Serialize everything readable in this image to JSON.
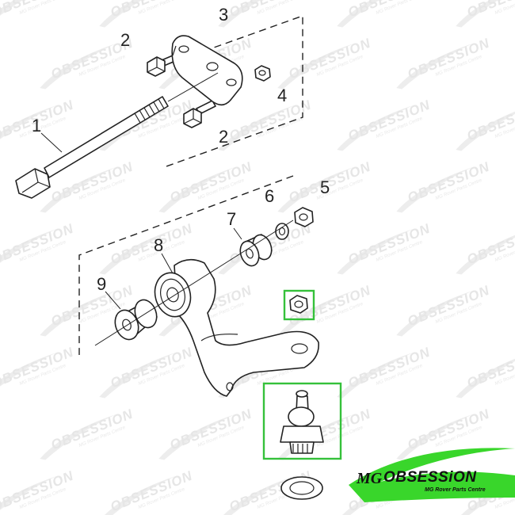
{
  "diagram": {
    "callouts": [
      {
        "id": "1",
        "label": "1"
      },
      {
        "id": "2a",
        "label": "2"
      },
      {
        "id": "2b",
        "label": "2"
      },
      {
        "id": "3",
        "label": "3"
      },
      {
        "id": "4",
        "label": "4"
      },
      {
        "id": "5",
        "label": "5"
      },
      {
        "id": "6",
        "label": "6"
      },
      {
        "id": "7",
        "label": "7"
      },
      {
        "id": "8",
        "label": "8"
      },
      {
        "id": "9",
        "label": "9"
      }
    ],
    "highlight_color": "#35c13a"
  },
  "watermark": {
    "brand": "OBSESSION",
    "tagline": "MG Rover Parts Centre",
    "color": "#e6e6e6"
  },
  "logo": {
    "mark": "MG",
    "word": "OBSESSiON",
    "tagline": "MG Rover Parts Centre",
    "swoosh_color": "#39d62b"
  }
}
